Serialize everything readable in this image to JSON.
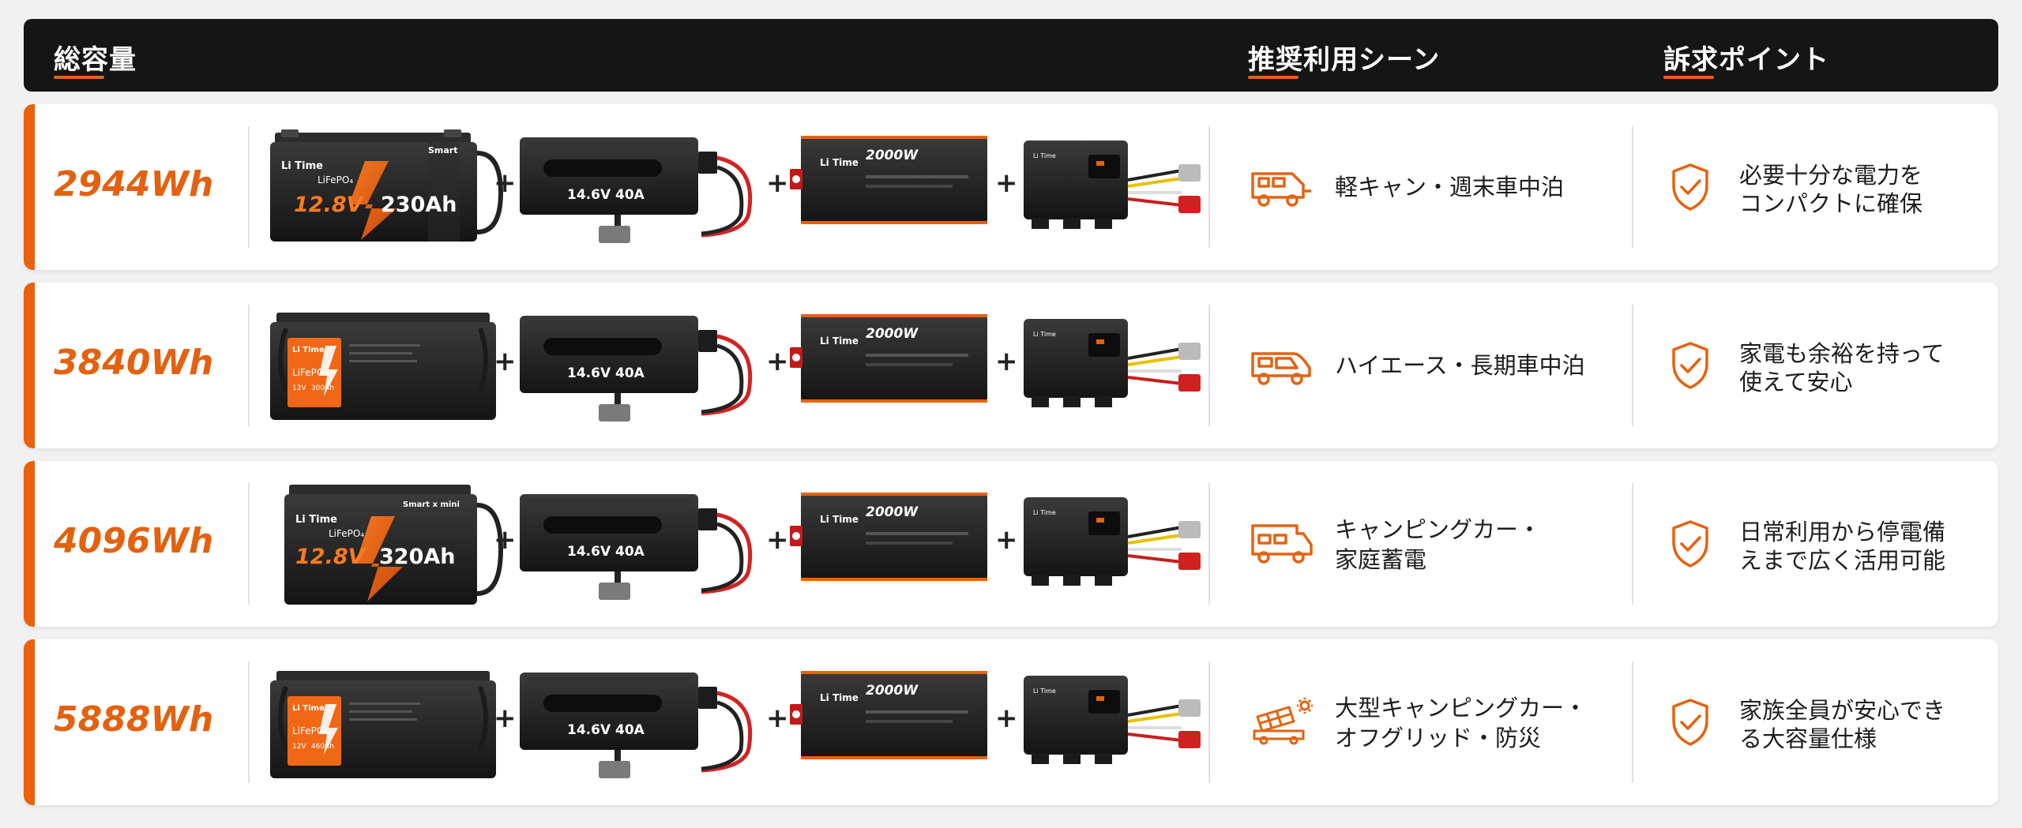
{
  "header": {
    "total_label": "総容量",
    "scene_label": "推奨利用シーン",
    "appeal_label": "訴求ポイント"
  },
  "colors": {
    "accent": "#e5620f",
    "header_bg": "#151515",
    "text": "#1c1c1c"
  },
  "plus_symbol": "+",
  "product_labels": {
    "brand": "Li Time",
    "charger_rating": "14.6V 40A",
    "inverter_rating": "2000W"
  },
  "rows": [
    {
      "capacity": "2944Wh",
      "battery": {
        "chem": "LiFePO₄",
        "voltage": "12.8V",
        "amp": "230Ah",
        "badge": "Smart"
      },
      "scene_icon": "camper-van-icon",
      "scene": "軽キャン・週末車中泊",
      "appeal": "必要十分な電力を\nコンパクトに確保"
    },
    {
      "capacity": "3840Wh",
      "battery": {
        "chem": "LiFePO₄",
        "voltage": "12V",
        "amp": "300Ah",
        "badge": ""
      },
      "scene_icon": "van-icon",
      "scene": "ハイエース・長期車中泊",
      "appeal": "家電も余裕を持って\n使えて安心"
    },
    {
      "capacity": "4096Wh",
      "battery": {
        "chem": "LiFePO₄",
        "voltage": "12.8V",
        "amp": "320Ah",
        "badge": "Smart x mini"
      },
      "scene_icon": "camper-truck-icon",
      "scene": "キャンピングカー・\n家庭蓄電",
      "appeal": "日常利用から停電備\nえまで広く活用可能"
    },
    {
      "capacity": "5888Wh",
      "battery": {
        "chem": "LiFePO₄",
        "voltage": "12V",
        "amp": "460Ah",
        "badge": ""
      },
      "scene_icon": "solar-camper-icon",
      "scene": "大型キャンピングカー・\nオフグリッド・防災",
      "appeal": "家族全員が安心でき\nる大容量仕様"
    }
  ]
}
